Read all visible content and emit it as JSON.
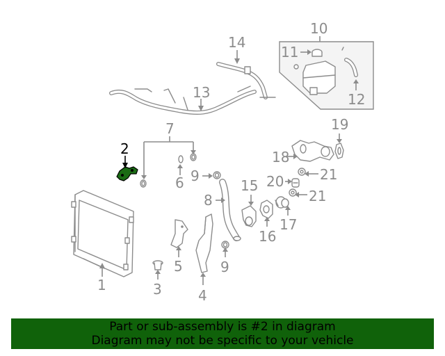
{
  "callouts": {
    "c1": "1",
    "c2": "2",
    "c3": "3",
    "c4": "4",
    "c5": "5",
    "c6": "6",
    "c7": "7",
    "c8": "8",
    "c9a": "9",
    "c9b": "9",
    "c10": "10",
    "c11": "11",
    "c12": "12",
    "c13": "13",
    "c14": "14",
    "c15": "15",
    "c16": "16",
    "c17": "17",
    "c18": "18",
    "c19": "19",
    "c20": "20",
    "c21a": "21",
    "c21b": "21"
  },
  "highlight": {
    "part": "2",
    "color": "#10620a"
  },
  "banner": {
    "line1": "Part or sub-assembly is #2 in diagram",
    "line2": "Diagram may not be specific to your vehicle"
  }
}
